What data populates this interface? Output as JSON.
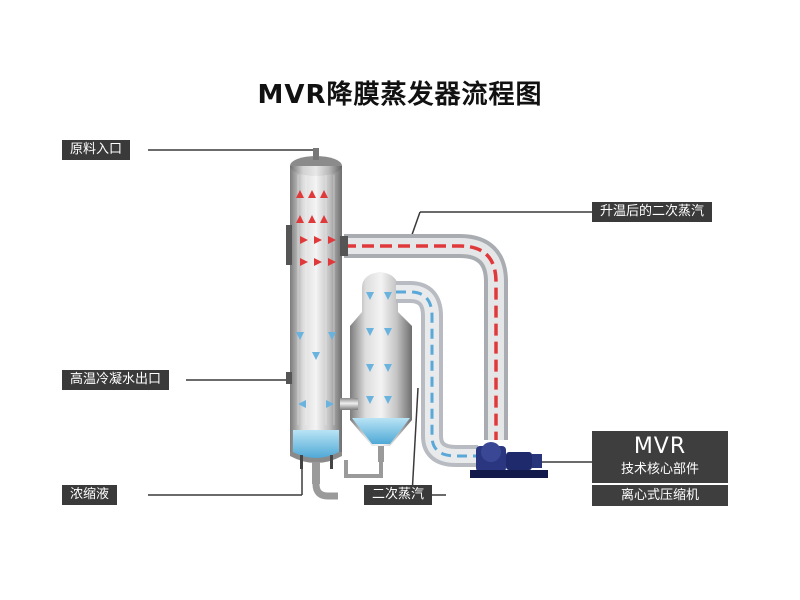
{
  "title": "MVR降膜蒸发器流程图",
  "labels": {
    "feed_inlet": "原料入口",
    "heated_secondary_steam": "升温后的二次蒸汽",
    "condensate_outlet": "高温冷凝水出口",
    "concentrate": "浓缩液",
    "secondary_steam": "二次蒸汽"
  },
  "compressor_box": {
    "title": "MVR",
    "subtitle": "技术核心部件",
    "name": "离心式压缩机"
  },
  "colors": {
    "label_bg": "#3a3a3a",
    "hot_flow": "#e0393b",
    "cold_flow": "#5aa8d8",
    "liquid": "#7cc8ea",
    "compressor": "#1e2a6b"
  }
}
